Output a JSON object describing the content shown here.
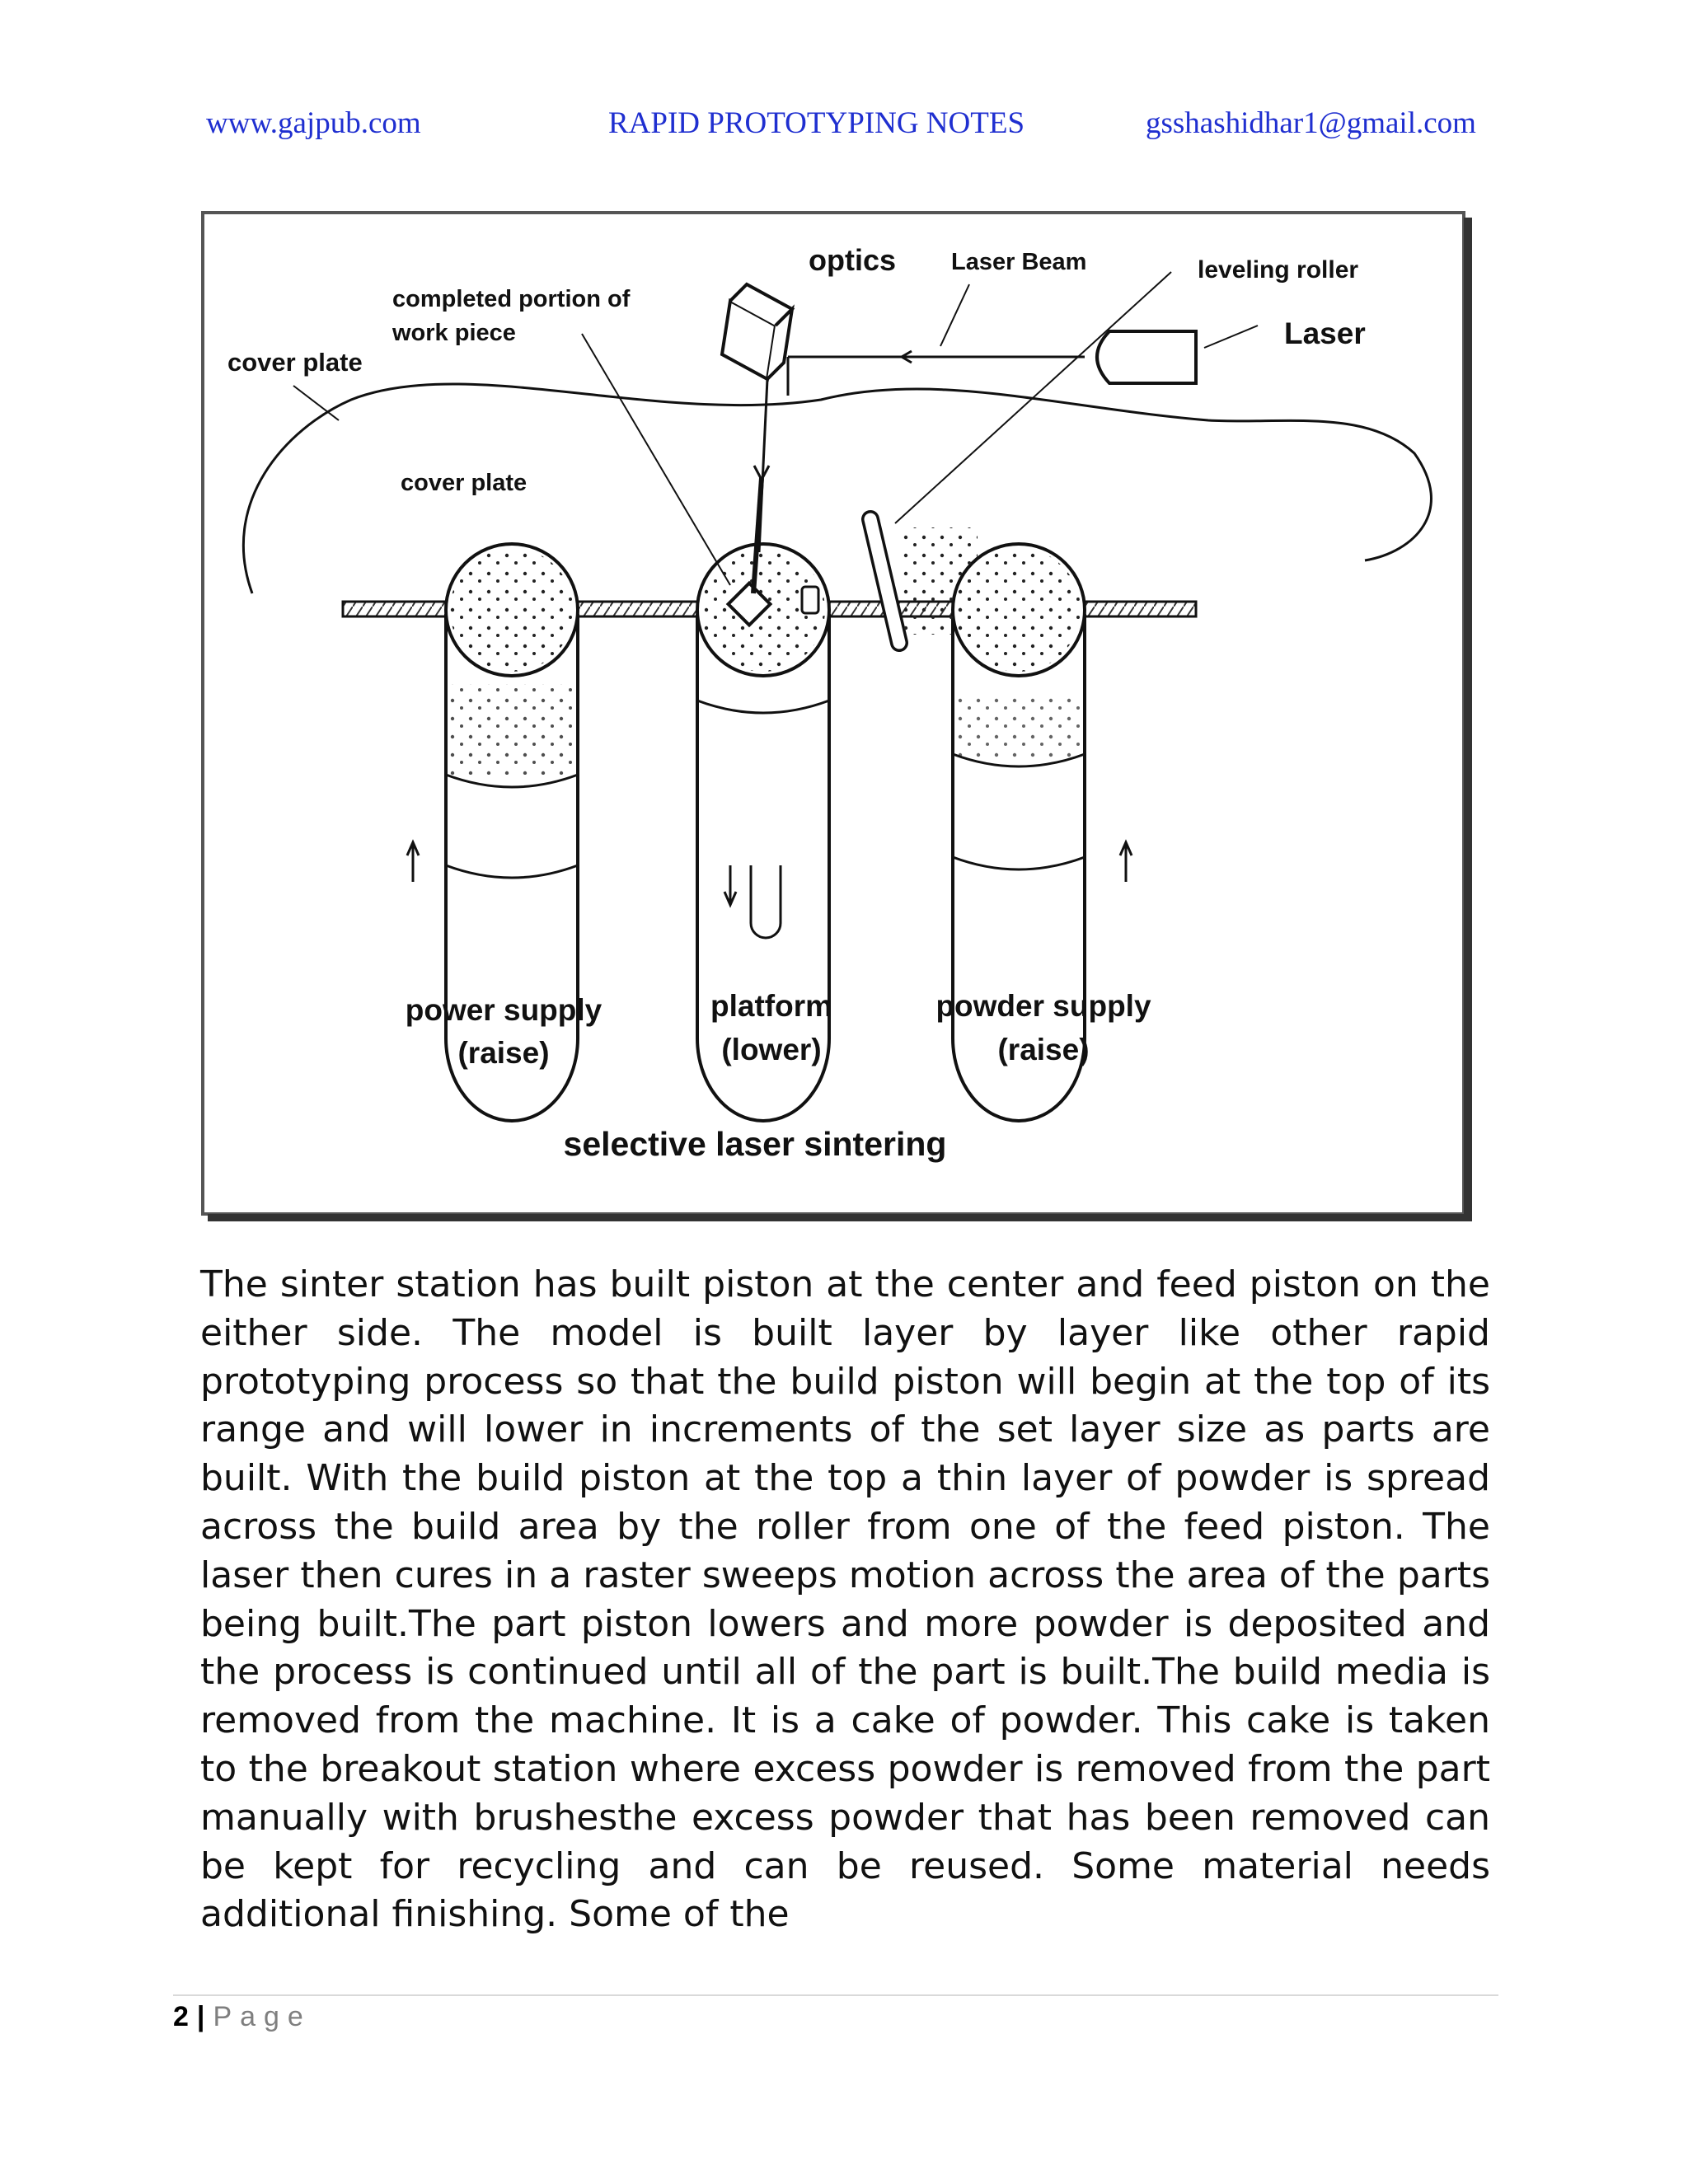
{
  "header": {
    "website": "www.gajpub.com",
    "title": "RAPID PROTOTYPING NOTES",
    "email": "gsshashidhar1@gmail.com"
  },
  "figure": {
    "labels": {
      "optics": "optics",
      "laser_beam": "Laser Beam",
      "leveling_roller": "leveling roller",
      "laser": "Laser",
      "completed_portion_1": "completed portion of",
      "completed_portion_2": "work piece",
      "cover_plate_outer": "cover plate",
      "cover_plate_inner": "cover plate",
      "left_piston_1": "power supply",
      "left_piston_2": "(raise)",
      "center_piston_1": "platform",
      "center_piston_2": "(lower)",
      "right_piston_1": "powder supply",
      "right_piston_2": "(raise)",
      "caption": "selective laser sintering"
    }
  },
  "body": {
    "paragraph": "The sinter station has built piston at the center and feed piston on the either side. The model is built layer by layer like other rapid prototyping process so that the build piston will begin at the top of its range and will lower in increments of the set layer size as parts are built. With the build piston at the top a thin layer of powder is spread across the build area by the roller from one of the feed piston. The laser then cures in a raster sweeps motion across the area of the parts being built.The part piston lowers and more powder is deposited and the process is continued until all of the part is built.The build media is removed from the machine. It is a cake of powder. This cake is taken to the breakout station where excess powder is removed from the part manually with brushesthe excess powder that has been removed can be kept for recycling and can be reused. Some material needs additional finishing. Some of the"
  },
  "footer": {
    "page_number": "2",
    "separator": "|",
    "page_label": "Page"
  }
}
